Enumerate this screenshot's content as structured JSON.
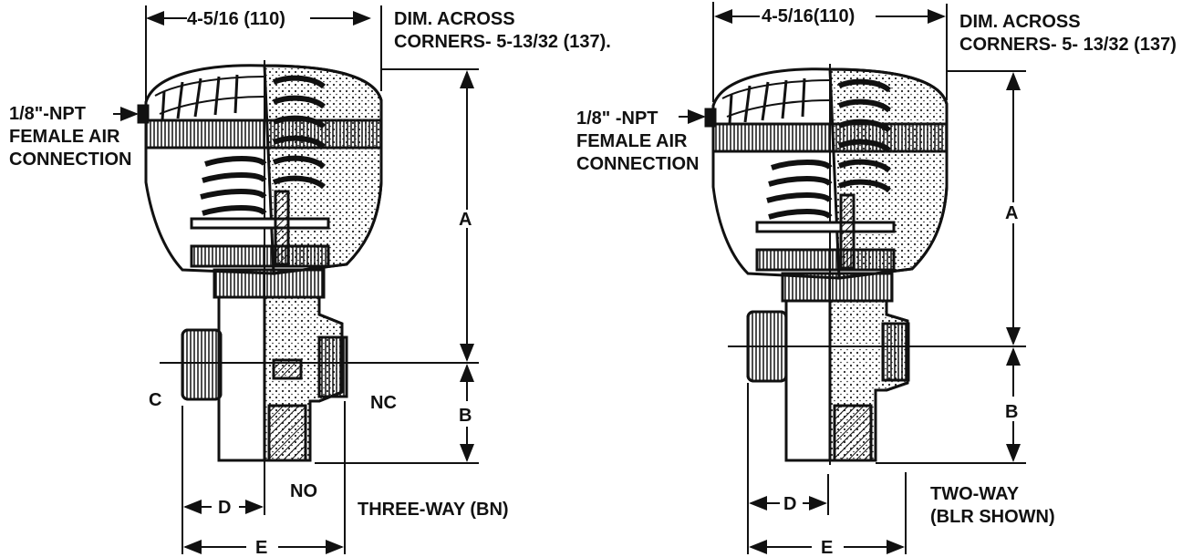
{
  "left_diagram": {
    "width_dim": "4-5/16 (110)",
    "corners_dim_line1": "DIM. ACROSS",
    "corners_dim_line2": "CORNERS- 5-13/32 (137).",
    "air_connection_line1": "1/8\"-NPT",
    "air_connection_line2": "FEMALE AIR",
    "air_connection_line3": "CONNECTION",
    "dim_a": "A",
    "dim_b": "B",
    "dim_c": "C",
    "dim_d": "D",
    "dim_e": "E",
    "port_nc": "NC",
    "port_no": "NO",
    "caption": "THREE-WAY (BN)"
  },
  "right_diagram": {
    "width_dim": "4-5/16(110)",
    "corners_dim_line1": "DIM. ACROSS",
    "corners_dim_line2": "CORNERS- 5- 13/32 (137)",
    "air_connection_line1": "1/8\" -NPT",
    "air_connection_line2": "FEMALE AIR",
    "air_connection_line3": "CONNECTION",
    "dim_a": "A",
    "dim_b": "B",
    "dim_d": "D",
    "dim_e": "E",
    "caption_line1": "TWO-WAY",
    "caption_line2": "(BLR SHOWN)"
  }
}
